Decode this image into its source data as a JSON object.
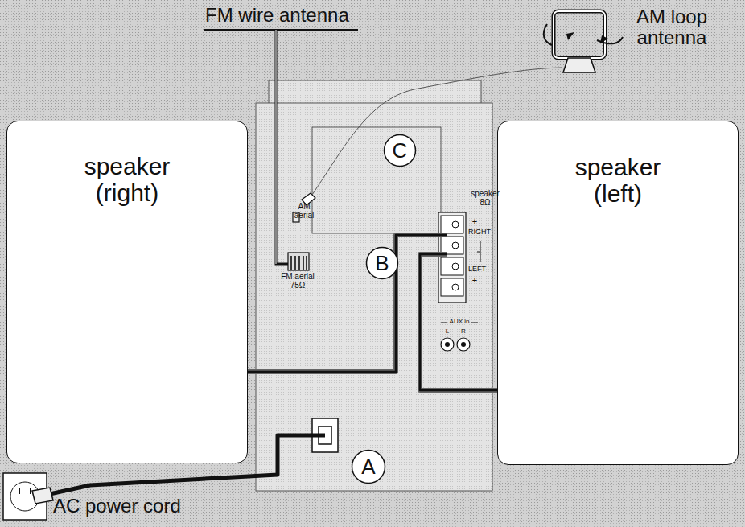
{
  "diagram": {
    "nodes": [
      {
        "text": [
          "speaker (right)"
        ]
      },
      {
        "text": [
          "C"
        ]
      },
      {
        "text": [
          "B"
        ]
      },
      {
        "text": [
          "speaker (left)"
        ]
      },
      {
        "text": [
          "A"
        ]
      }
    ],
    "labels": [
      "FM wire antenna",
      "AM loop antenna",
      "AM aerial",
      "FM aerial 75Ω",
      "speaker 8Ω",
      "+",
      "RIGHT",
      "LEFT",
      "+",
      "AUX in",
      "L",
      "R",
      "AC power cord"
    ]
  }
}
